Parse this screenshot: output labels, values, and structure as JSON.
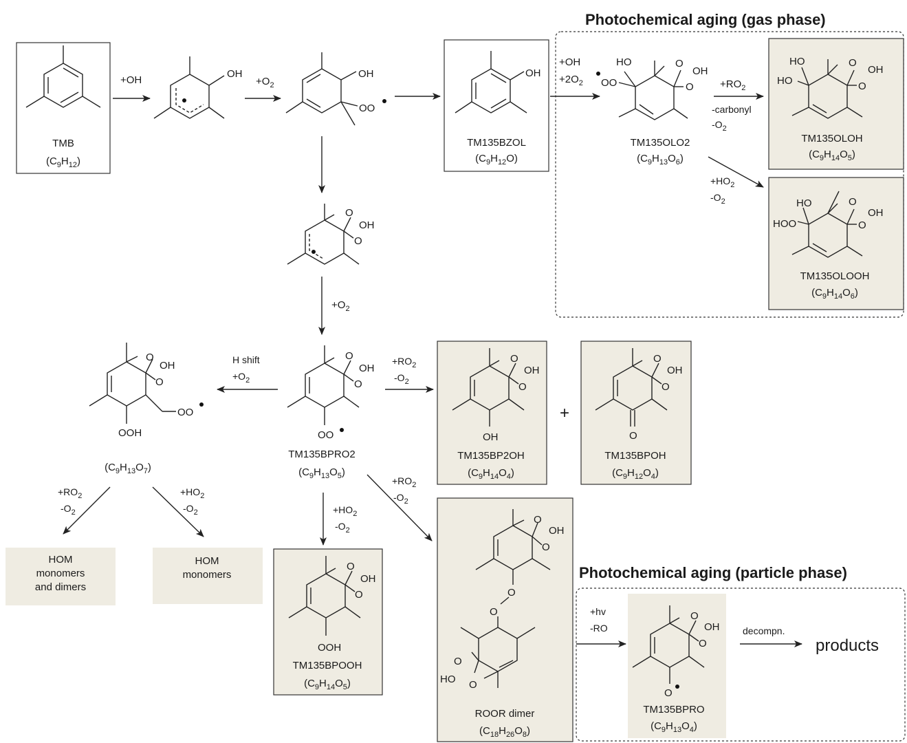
{
  "headers": {
    "gas": "Photochemical aging (gas phase)",
    "particle": "Photochemical aging (particle phase)"
  },
  "reagents": {
    "oh": "+OH",
    "o2": "+O",
    "o2_2": "+O",
    "oh_2o2_a": "+OH",
    "oh_2o2_b": "+2O",
    "ro2_a": "+RO",
    "carbonyl": "-carbonyl",
    "minus_o2_a": "-O",
    "ho2_a": "+HO",
    "minus_o2_b": "-O",
    "hshift_a": "H shift",
    "hshift_b": "+O",
    "ro2_b": "+RO",
    "minus_o2_c": "-O",
    "ro2_c": "+RO",
    "minus_o2_d": "-O",
    "ho2_b": "+HO",
    "minus_o2_e": "-O",
    "ro2_d": "+RO",
    "minus_o2_f": "-O",
    "ho2_c": "+HO",
    "minus_o2_g": "-O",
    "hv": "+hv",
    "ro": "-RO",
    "decompn": "decompn.",
    "plus": "+",
    "products": "products"
  },
  "species": {
    "tmb": {
      "name": "TMB",
      "formula": "(C9H12)"
    },
    "bzol": {
      "name": "TM135BZOL",
      "formula": "(C9H12O)"
    },
    "olo2": {
      "name": "TM135OLO2",
      "formula": "(C9H13O6)"
    },
    "oloh": {
      "name": "TM135OLOH",
      "formula": "(C9H14O5)"
    },
    "olooh": {
      "name": "TM135OLOOH",
      "formula": "(C9H14O6)"
    },
    "bpro2": {
      "name": "TM135BPRO2",
      "formula": "(C9H13O5)"
    },
    "bp2oh": {
      "name": "TM135BP2OH",
      "formula": "(C9H14O4)"
    },
    "bpoh": {
      "name": "TM135BPOH",
      "formula": "(C9H12O4)"
    },
    "shifted": {
      "formula": "(C9H13O7)"
    },
    "bpooh": {
      "name": "TM135BPOOH",
      "formula": "(C9H14O5)"
    },
    "roor": {
      "name": "ROOR dimer",
      "formula": "(C18H26O8)"
    },
    "bpro": {
      "name": "TM135BPRO",
      "formula": "(C9H13O4)"
    }
  },
  "hom": {
    "a_line1": "HOM",
    "a_line2": "monomers",
    "a_line3": "and dimers",
    "b_line1": "HOM",
    "b_line2": "monomers"
  },
  "atoms": {
    "oh": "OH",
    "o": "O",
    "oo": "OO",
    "ho": "HO",
    "hoo": "HOO",
    "ooh": "OOH"
  }
}
